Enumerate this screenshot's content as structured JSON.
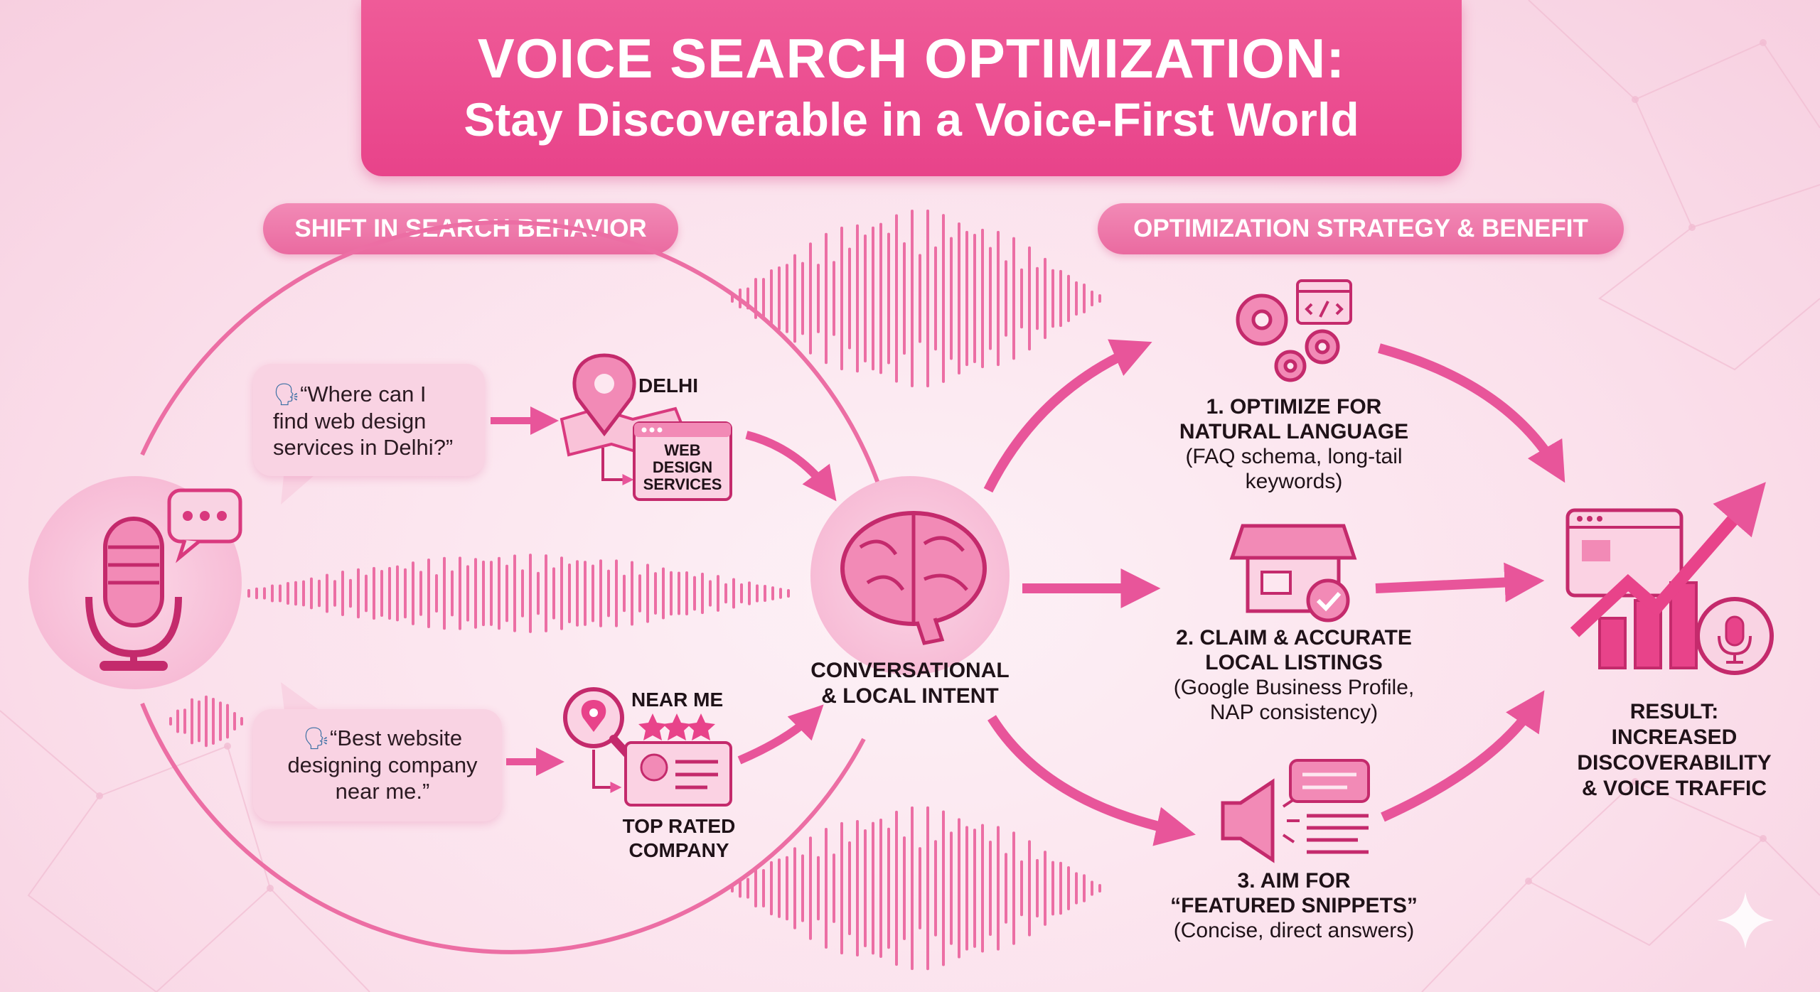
{
  "title": {
    "main": "VOICE SEARCH OPTIMIZATION:",
    "sub": "Stay Discoverable in a Voice-First World"
  },
  "sections": {
    "left": "SHIFT IN SEARCH BEHAVIOR",
    "right": "OPTIMIZATION STRATEGY & BENEFIT"
  },
  "queries": {
    "q1": {
      "icon": "speaking-head-icon",
      "line1": "“Where can I",
      "line2": "find web design",
      "line3": "services in Delhi?”"
    },
    "q2": {
      "icon": "speaking-head-icon",
      "line1": "“Best website",
      "line2": "designing company",
      "line3": "near me.”"
    }
  },
  "results": {
    "r1": {
      "place": "DELHI",
      "card_l1": "WEB",
      "card_l2": "DESIGN",
      "card_l3": "SERVICES"
    },
    "r2": {
      "top": "NEAR ME",
      "bottom_l1": "TOP RATED",
      "bottom_l2": "COMPANY"
    }
  },
  "center": {
    "line1": "CONVERSATIONAL",
    "line2": "& LOCAL INTENT"
  },
  "steps": [
    {
      "title_l1": "1. OPTIMIZE FOR",
      "title_l2": "NATURAL LANGUAGE",
      "desc_l1": "(FAQ schema, long-tail",
      "desc_l2": "keywords)"
    },
    {
      "title_l1": "2. CLAIM & ACCURATE",
      "title_l2": "LOCAL LISTINGS",
      "desc_l1": "(Google Business Profile,",
      "desc_l2": "NAP consistency)"
    },
    {
      "title_l1": "3. AIM FOR",
      "title_l2": "“FEATURED SNIPPETS”",
      "desc_l1": "(Concise, direct answers)",
      "desc_l2": ""
    }
  ],
  "result": {
    "l1": "RESULT:",
    "l2": "INCREASED",
    "l3": "DISCOVERABILITY",
    "l4": "& VOICE TRAFFIC"
  },
  "icons": [
    "microphone-icon",
    "chat-bubble-icon",
    "map-pin-icon",
    "map-icon",
    "browser-icon",
    "magnifier-location-icon",
    "star-icon",
    "profile-card-icon",
    "brain-icon",
    "gear-icon",
    "code-window-icon",
    "storefront-icon",
    "check-badge-icon",
    "megaphone-icon",
    "text-lines-icon",
    "growth-chart-icon",
    "sparkle-icon"
  ],
  "colors": {
    "accent": "#e8438a",
    "light": "#f9d3e3",
    "mid": "#ea6aa0",
    "dark": "#c42a6c"
  }
}
